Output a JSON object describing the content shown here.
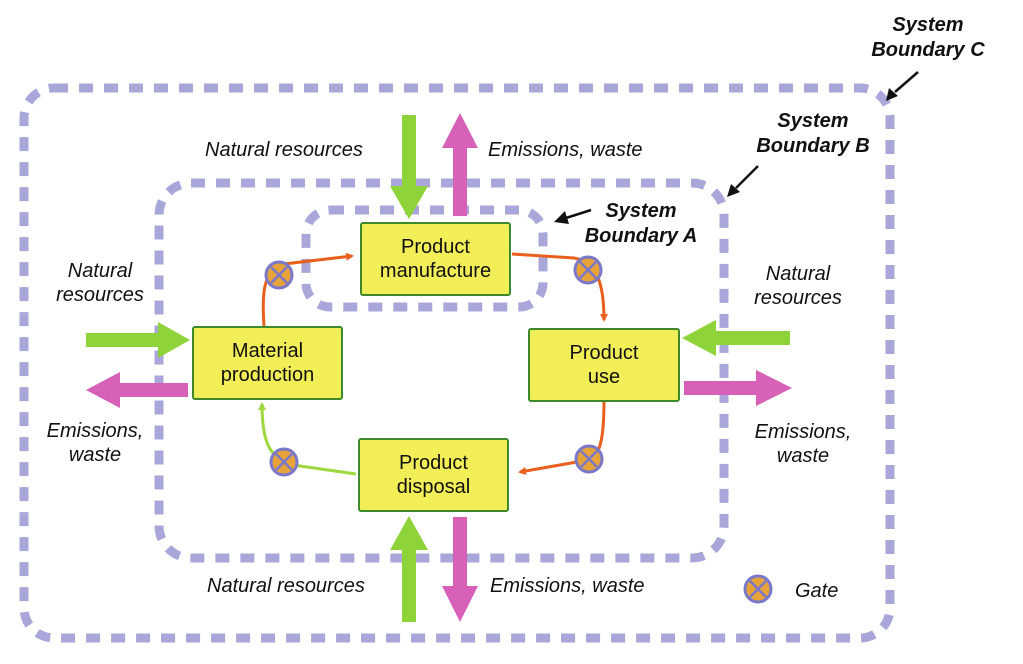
{
  "boundaries": {
    "a": {
      "line1": "System",
      "line2": "Boundary A"
    },
    "b": {
      "line1": "System",
      "line2": "Boundary B"
    },
    "c": {
      "line1": "System",
      "line2": "Boundary C"
    }
  },
  "stages": {
    "manufacture": {
      "line1": "Product",
      "line2": "manufacture"
    },
    "material": {
      "line1": "Material",
      "line2": "production"
    },
    "use": {
      "line1": "Product",
      "line2": "use"
    },
    "disposal": {
      "line1": "Product",
      "line2": "disposal"
    }
  },
  "labels": {
    "top_inputs": "Natural resources",
    "top_outputs": "Emissions, waste",
    "left_inputs": {
      "line1": "Natural",
      "line2": "resources"
    },
    "left_outputs": {
      "line1": "Emissions,",
      "line2": "waste"
    },
    "right_inputs": {
      "line1": "Natural",
      "line2": "resources"
    },
    "right_outputs": {
      "line1": "Emissions,",
      "line2": "waste"
    },
    "bottom_inputs": "Natural resources",
    "bottom_outputs": "Emissions, waste"
  },
  "legend": {
    "gate_label": "Gate"
  },
  "colors": {
    "boundary": "#a9a6d9",
    "box_fill": "#f2ee57",
    "box_border": "#3c8a2c",
    "input_arrow": "#8fd33a",
    "output_arrow": "#d760b8",
    "flow_arrow": "#e8601c",
    "recycle_arrow": "#9fd83e",
    "gate_fill": "#e8a23a",
    "gate_ring": "#7a78c8"
  }
}
